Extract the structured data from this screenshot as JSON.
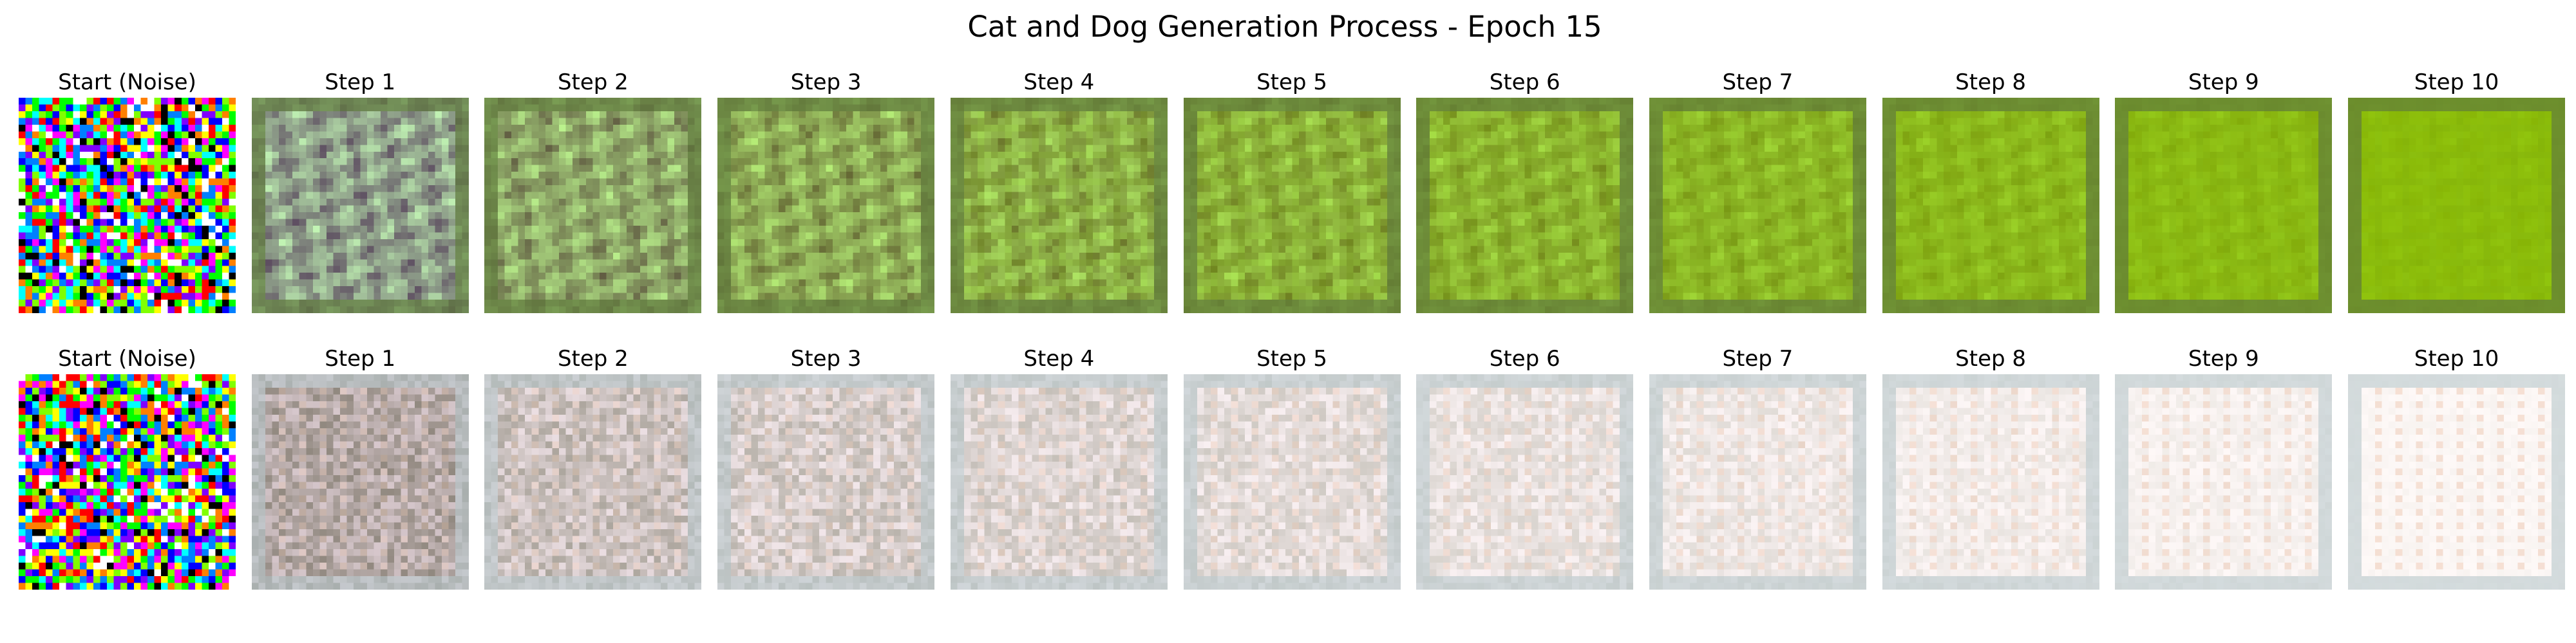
{
  "figure": {
    "title": "Cat and Dog Generation Process - Epoch 15"
  },
  "rows": [
    {
      "panels": [
        {
          "title": "Start (Noise)",
          "kind": "noise",
          "seed": 11
        },
        {
          "title": "Step 1",
          "kind": "green",
          "step": 1
        },
        {
          "title": "Step 2",
          "kind": "green",
          "step": 2
        },
        {
          "title": "Step 3",
          "kind": "green",
          "step": 3
        },
        {
          "title": "Step 4",
          "kind": "green",
          "step": 4
        },
        {
          "title": "Step 5",
          "kind": "green",
          "step": 5
        },
        {
          "title": "Step 6",
          "kind": "green",
          "step": 6
        },
        {
          "title": "Step 7",
          "kind": "green",
          "step": 7
        },
        {
          "title": "Step 8",
          "kind": "green",
          "step": 8
        },
        {
          "title": "Step 9",
          "kind": "green",
          "step": 9
        },
        {
          "title": "Step 10",
          "kind": "green",
          "step": 10
        }
      ]
    },
    {
      "panels": [
        {
          "title": "Start (Noise)",
          "kind": "noise",
          "seed": 29
        },
        {
          "title": "Step 1",
          "kind": "white",
          "step": 1
        },
        {
          "title": "Step 2",
          "kind": "white",
          "step": 2
        },
        {
          "title": "Step 3",
          "kind": "white",
          "step": 3
        },
        {
          "title": "Step 4",
          "kind": "white",
          "step": 4
        },
        {
          "title": "Step 5",
          "kind": "white",
          "step": 5
        },
        {
          "title": "Step 6",
          "kind": "white",
          "step": 6
        },
        {
          "title": "Step 7",
          "kind": "white",
          "step": 7
        },
        {
          "title": "Step 8",
          "kind": "white",
          "step": 8
        },
        {
          "title": "Step 9",
          "kind": "white",
          "step": 9
        },
        {
          "title": "Step 10",
          "kind": "white",
          "step": 10
        }
      ]
    }
  ],
  "colors": {
    "green_row_start": "#8fa08a",
    "green_row_end": "#8cbd0a",
    "green_border": "#5f7a3c",
    "white_row_start": "#b4a8a6",
    "white_row_end": "#fbf6f4",
    "white_border": "#b8c8cc"
  }
}
